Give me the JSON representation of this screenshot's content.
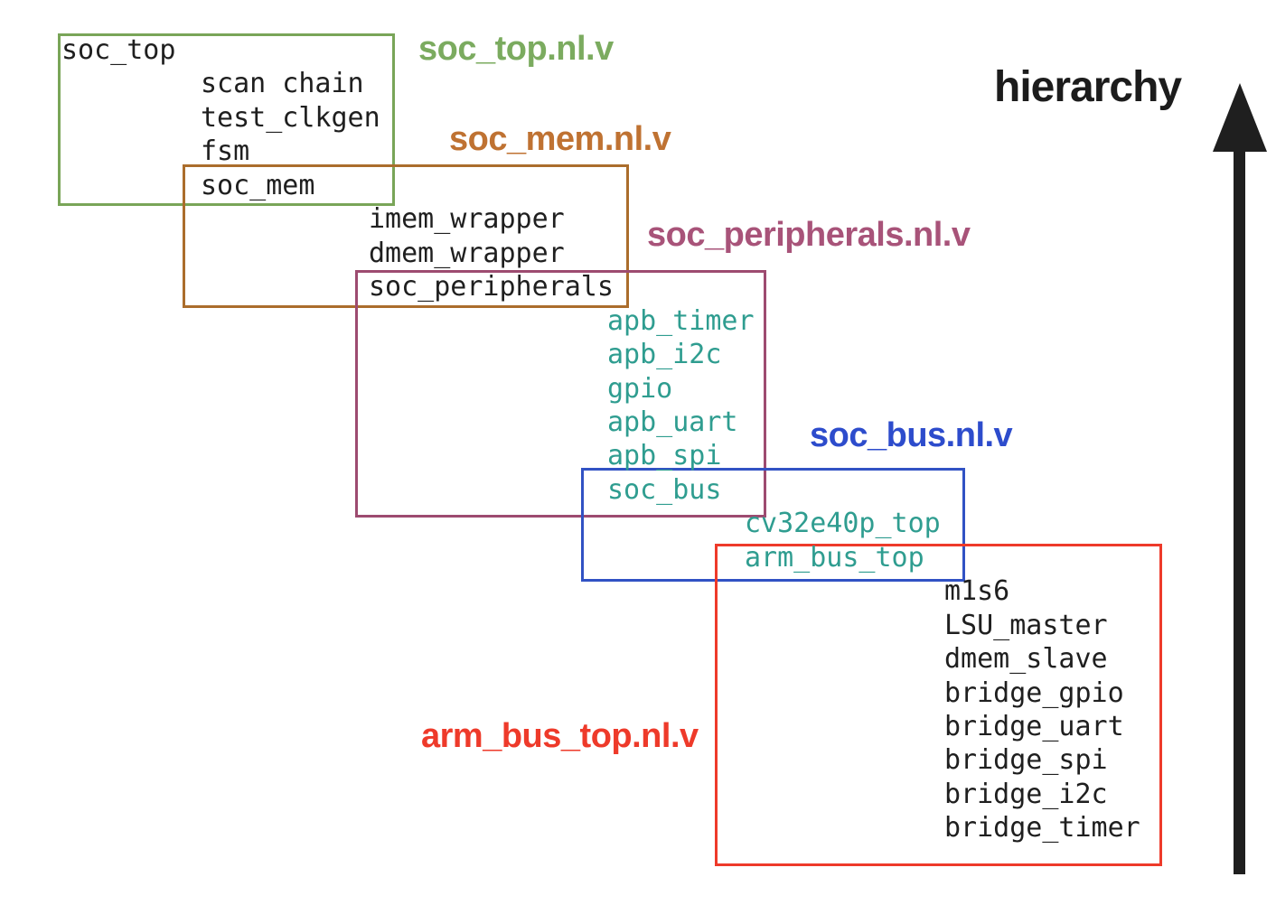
{
  "labels": {
    "hierarchy": "hierarchy"
  },
  "netlist_files": [
    {
      "name": "soc_top.nl.v",
      "color": "#7bab5f"
    },
    {
      "name": "soc_mem.nl.v",
      "color": "#bf7232"
    },
    {
      "name": "soc_peripherals.nl.v",
      "color": "#a85379"
    },
    {
      "name": "soc_bus.nl.v",
      "color": "#2d4ccc"
    },
    {
      "name": "arm_bus_top.nl.v",
      "color": "#ee3a2a"
    }
  ],
  "boxes": [
    {
      "file": "soc_top.nl.v",
      "border_color": "#79a558"
    },
    {
      "file": "soc_mem.nl.v",
      "border_color": "#ab6d2c"
    },
    {
      "file": "soc_peripherals.nl.v",
      "border_color": "#9d4b70"
    },
    {
      "file": "soc_bus.nl.v",
      "border_color": "#3152c4"
    },
    {
      "file": "arm_bus_top.nl.v",
      "border_color": "#ee3a2a"
    }
  ],
  "modules": [
    {
      "name": "soc_top",
      "depth": 0,
      "teal": false
    },
    {
      "name": "scan chain",
      "depth": 1,
      "teal": false
    },
    {
      "name": "test_clkgen",
      "depth": 1,
      "teal": false
    },
    {
      "name": "fsm",
      "depth": 1,
      "teal": false
    },
    {
      "name": "soc_mem",
      "depth": 1,
      "teal": false
    },
    {
      "name": "imem_wrapper",
      "depth": 2,
      "teal": false
    },
    {
      "name": "dmem_wrapper",
      "depth": 2,
      "teal": false
    },
    {
      "name": "soc_peripherals",
      "depth": 2,
      "teal": false
    },
    {
      "name": "apb_timer",
      "depth": 3,
      "teal": true
    },
    {
      "name": "apb_i2c",
      "depth": 3,
      "teal": true
    },
    {
      "name": "gpio",
      "depth": 3,
      "teal": true
    },
    {
      "name": "apb_uart",
      "depth": 3,
      "teal": true
    },
    {
      "name": "apb_spi",
      "depth": 3,
      "teal": true
    },
    {
      "name": "soc_bus",
      "depth": 3,
      "teal": true
    },
    {
      "name": "cv32e40p_top",
      "depth": 4,
      "teal": true
    },
    {
      "name": "arm_bus_top",
      "depth": 4,
      "teal": true
    },
    {
      "name": "m1s6",
      "depth": 5,
      "teal": false
    },
    {
      "name": "LSU_master",
      "depth": 5,
      "teal": false
    },
    {
      "name": "dmem_slave",
      "depth": 5,
      "teal": false
    },
    {
      "name": "bridge_gpio",
      "depth": 5,
      "teal": false
    },
    {
      "name": "bridge_uart",
      "depth": 5,
      "teal": false
    },
    {
      "name": "bridge_spi",
      "depth": 5,
      "teal": false
    },
    {
      "name": "bridge_i2c",
      "depth": 5,
      "teal": false
    },
    {
      "name": "bridge_timer",
      "depth": 5,
      "teal": false
    }
  ],
  "colors": {
    "module_text": "#1f1f1f",
    "module_text_teal": "#2f9d90",
    "arrow": "#1f1f1f",
    "background": "#ffffff"
  }
}
